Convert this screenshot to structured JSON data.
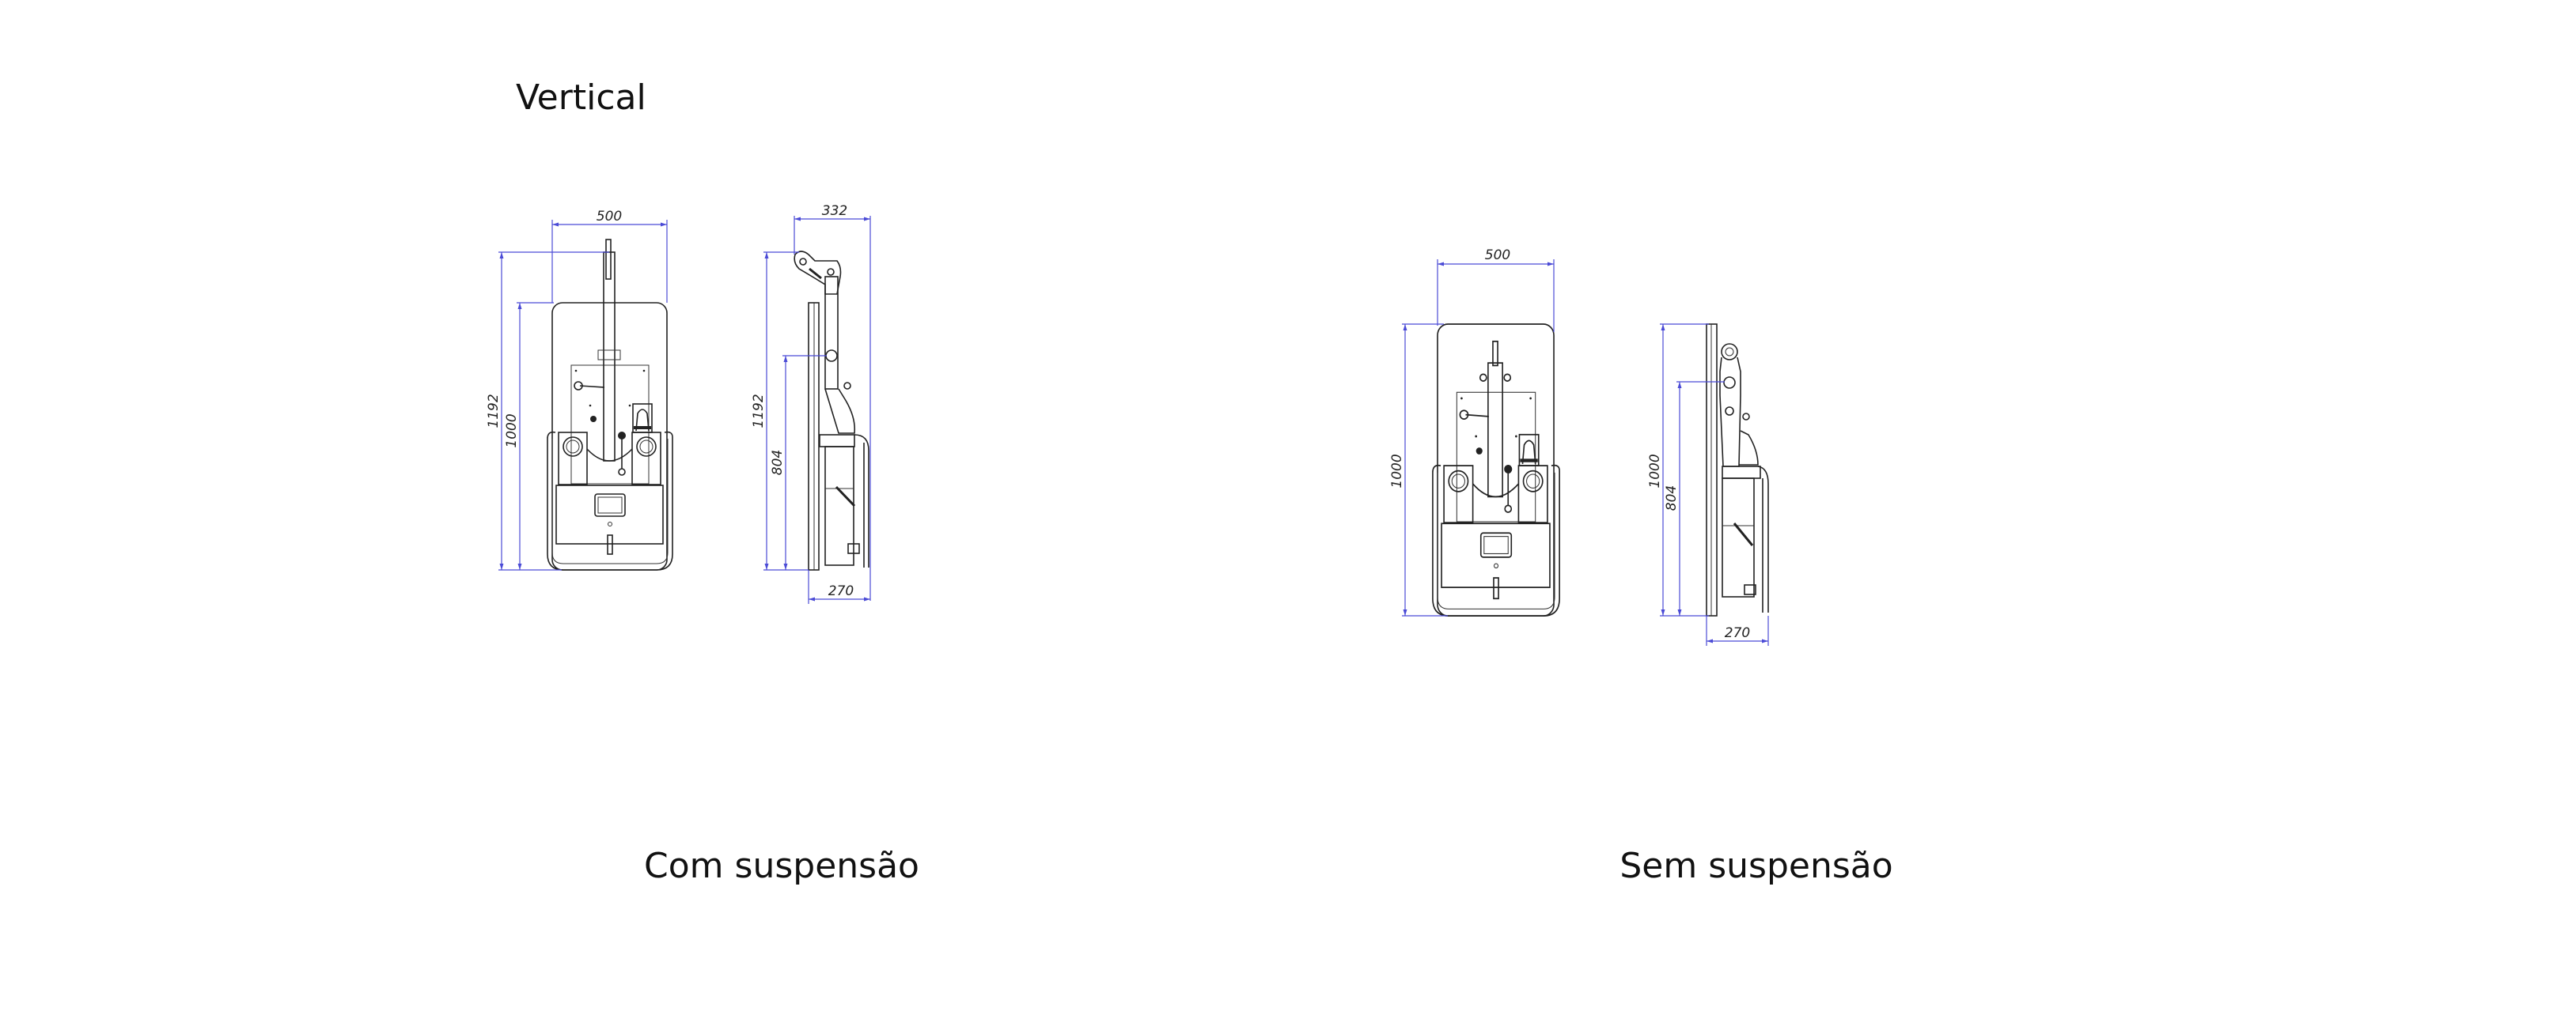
{
  "page": {
    "title": "Vertical",
    "captions": [
      "Com suspensão",
      "Sem suspensão"
    ]
  },
  "drawings": [
    {
      "name": "Com suspensão",
      "front_view": {
        "width": "500",
        "total_height": "1192",
        "plate_height": "1000"
      },
      "side_view": {
        "depth_top": "332",
        "total_height": "1192",
        "pivot_height": "804",
        "depth_bottom": "270"
      }
    },
    {
      "name": "Sem suspensão",
      "front_view": {
        "width": "500",
        "plate_height": "1000"
      },
      "side_view": {
        "plate_height": "1000",
        "pivot_height": "804",
        "depth_bottom": "270"
      }
    }
  ],
  "colors": {
    "dimension": "#4b4bd6",
    "line": "#222222"
  }
}
